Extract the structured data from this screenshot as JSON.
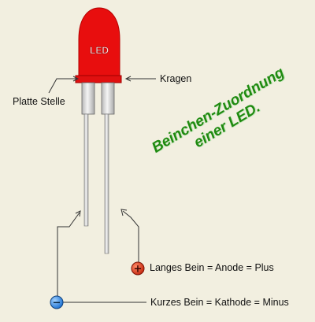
{
  "led": {
    "body_label": "LED",
    "body_color": "#e80e0e"
  },
  "labels": {
    "flat_spot": "Platte Stelle",
    "collar": "Kragen",
    "long_leg": "Langes Bein = Anode = Plus",
    "short_leg": "Kurzes Bein = Kathode = Minus"
  },
  "title": {
    "line1": "Beinchen-Zuordnung",
    "line2": "einer LED."
  },
  "symbols": {
    "plus": "+",
    "minus": "−",
    "plus_color": "#d93a1e",
    "minus_color": "#1e7be0"
  },
  "colors": {
    "background": "#f2efe0",
    "title": "#1f8a10"
  }
}
